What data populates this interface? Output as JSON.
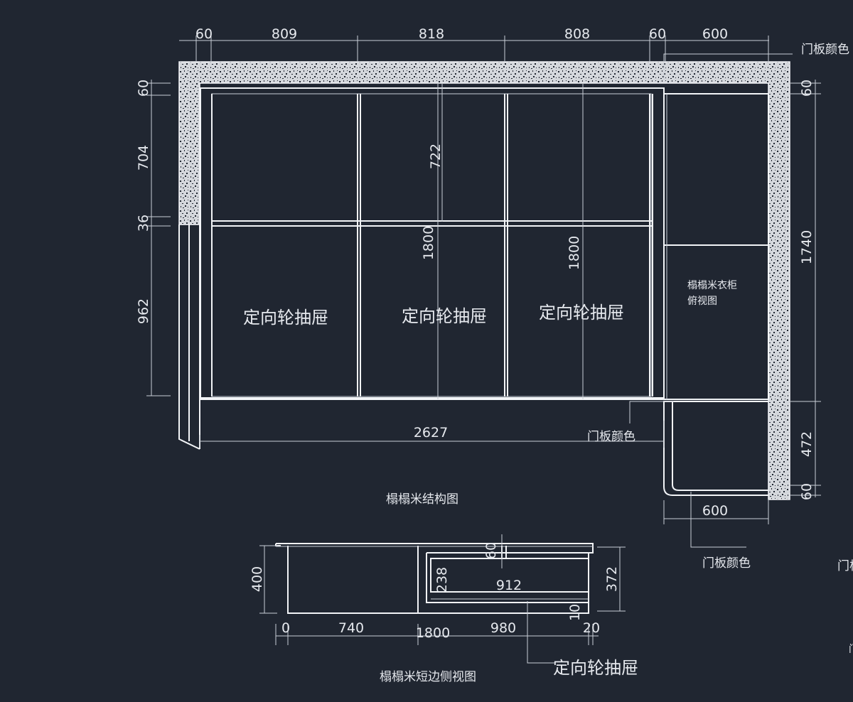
{
  "plan": {
    "top_dims": [
      "60",
      "809",
      "818",
      "808",
      "60",
      "600"
    ],
    "left_dims": [
      "60",
      "704",
      "36",
      "962"
    ],
    "right_dims": [
      "60",
      "1740",
      "472",
      "60"
    ],
    "inner_dims": [
      "722",
      "1800",
      "1800"
    ],
    "drawer_labels": [
      "定向轮抽屉",
      "定向轮抽屉",
      "定向轮抽屉"
    ],
    "wardrobe_label": [
      "榻榻米衣柜",
      "俯视图"
    ],
    "door_color_labels": [
      "门板颜色",
      "门板颜色",
      "门板颜色"
    ],
    "bottom_dims": [
      "2627",
      "600"
    ],
    "title": "榻榻米结构图"
  },
  "side": {
    "dims_left": [
      "400"
    ],
    "dims_right": [
      "372"
    ],
    "dims_inner": [
      "60",
      "238",
      "912",
      "10"
    ],
    "bottom_dims": [
      "0",
      "740",
      "1800",
      "980",
      "20"
    ],
    "drawer_label": "定向轮抽屉",
    "title": "榻榻米短边侧视图"
  },
  "edge_fragments": [
    "门板",
    "门"
  ]
}
